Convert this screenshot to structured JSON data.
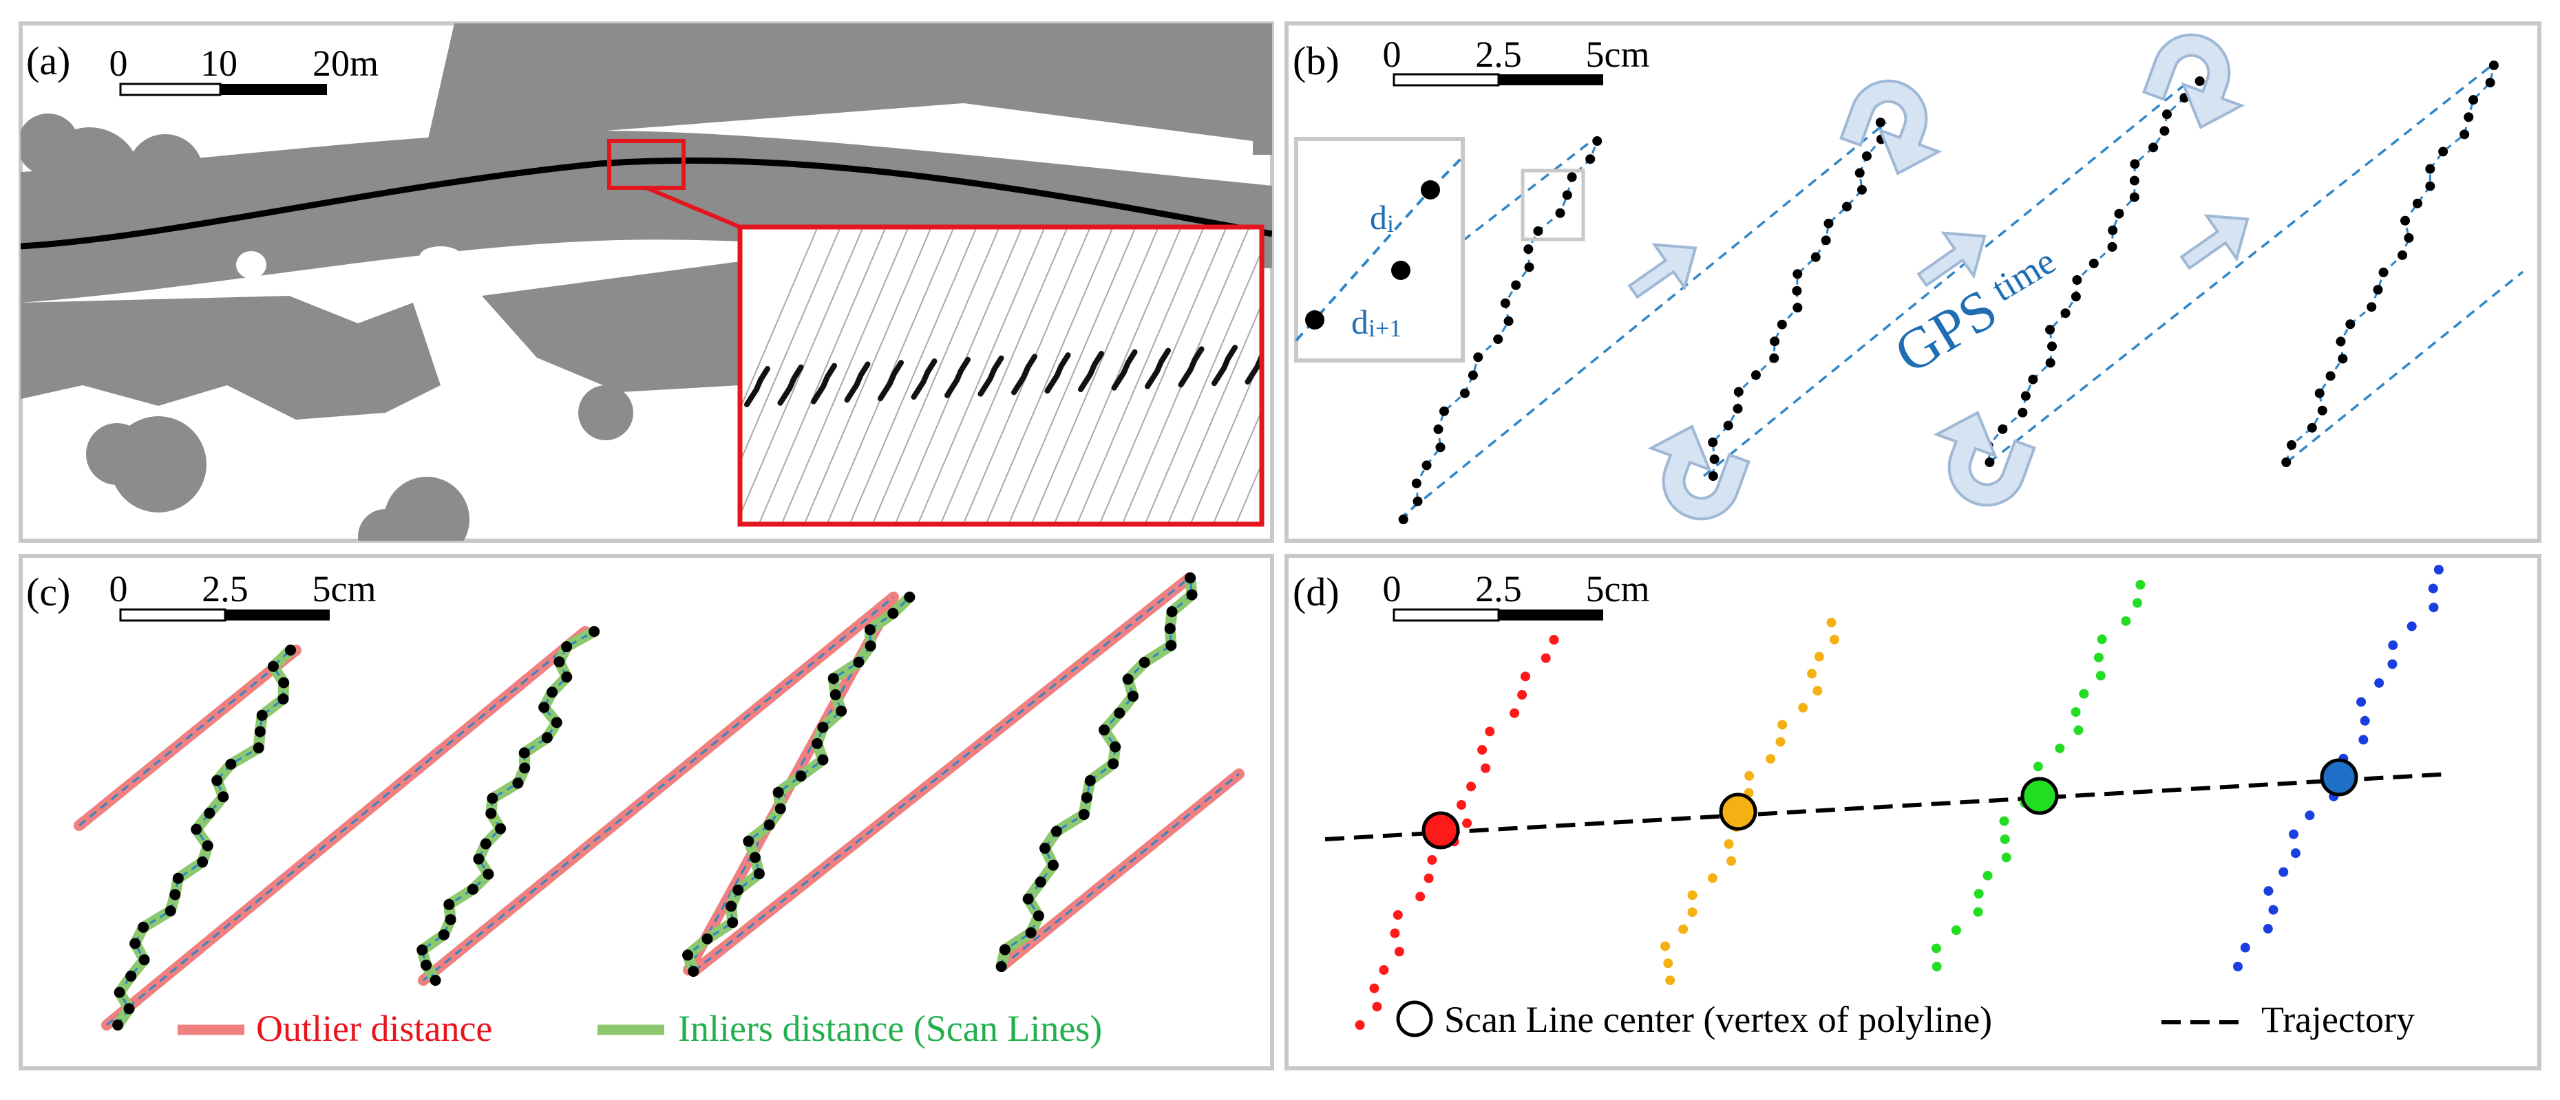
{
  "panels": {
    "a": {
      "label": "(a)",
      "scale": {
        "ticks": [
          "0",
          "10",
          "20m"
        ]
      }
    },
    "b": {
      "label": "(b)",
      "scale": {
        "ticks": [
          "0",
          "2.5",
          "5cm"
        ]
      },
      "inset": {
        "d_i": "d",
        "d_i_sub": "i",
        "d_i1": "d",
        "d_i1_sub": "i+1"
      },
      "gps_label": "GPS",
      "gps_sub": "time"
    },
    "c": {
      "label": "(c)",
      "scale": {
        "ticks": [
          "0",
          "2.5",
          "5cm"
        ]
      },
      "legend": {
        "outlier": "Outlier distance",
        "inlier": "Inliers distance (Scan Lines)"
      }
    },
    "d": {
      "label": "(d)",
      "scale": {
        "ticks": [
          "0",
          "2.5",
          "5cm"
        ]
      },
      "legend": {
        "center": "Scan Line center (vertex of polyline)",
        "trajectory": "Trajectory"
      }
    }
  },
  "colors": {
    "panel_border": "#c8c8c8",
    "ground": "#8c8c8c",
    "zoom_box": "#e3161e",
    "scan_link": "#2e86c8",
    "gps_text": "#1f6db3",
    "arrow_fill": "#d6e3f2",
    "arrow_stroke": "#9fb8d6",
    "outlier": "#f08080",
    "inlier": "#8cc86e",
    "outlier_text": "#e8141c",
    "inlier_text": "#22b04c",
    "line_red": "#ff1a1a",
    "line_orange": "#f5b014",
    "line_green": "#22dd22",
    "line_blue": "#1a3ee0",
    "center_blue": "#1e6fc6"
  }
}
